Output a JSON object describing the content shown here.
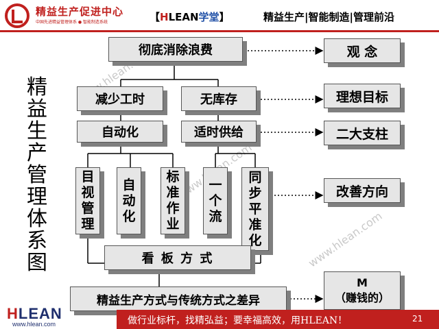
{
  "header": {
    "org_name": "精益生产促进中心",
    "org_subtitle": "中国先进精益管理体系 ● 智能制造系统",
    "brand_open": "【",
    "brand_h": "H",
    "brand_lean": "LEAN",
    "brand_school": "学堂",
    "brand_close": "】",
    "tagline": "精益生产|智能制造|管理前沿"
  },
  "vertical_title": [
    "精",
    "益",
    "生",
    "产",
    "管",
    "理",
    "体",
    "系",
    "图"
  ],
  "diagram": {
    "top": "彻底消除浪费",
    "reduce_hours": "减少工时",
    "no_inventory": "无库存",
    "automation": "自动化",
    "jit": "适时供给",
    "methods": [
      [
        "目",
        "视",
        "管",
        "理"
      ],
      [
        "自",
        "动",
        "化"
      ],
      [
        "标",
        "准",
        "作",
        "业"
      ],
      [
        "一",
        "个",
        "流"
      ],
      [
        "同",
        "步",
        "平",
        "准",
        "化"
      ]
    ],
    "kanban": "看 板 方 式",
    "difference": "精益生产方式与传统方式之差异",
    "right": {
      "concept": "观 念",
      "ideal_goal": "理想目标",
      "two_pillars": "二大支柱",
      "improve_direction": "改善方向",
      "m_label": "M",
      "m_sub": "（赚钱的）"
    }
  },
  "watermark": "www.hlean.com",
  "footer": {
    "logo_h": "H",
    "logo_lean": "LEAN",
    "url": "www.hlean.com",
    "slogan": "做行业标杆，找精弘益；要幸福高效，用HLEAN！",
    "page": "21"
  }
}
